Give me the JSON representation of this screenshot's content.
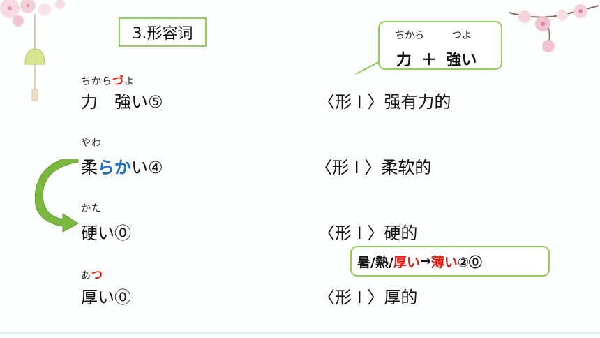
{
  "title": "3.形容词",
  "callout": {
    "ruby_left": "ちから",
    "ruby_right": "つよ",
    "kanji1": "力",
    "plus": "＋",
    "kanji2": "強い"
  },
  "items": [
    {
      "ruby_pre": "ちから",
      "ruby_red": "づ",
      "ruby_post": "よ",
      "word": "力　強い⑤",
      "meaning": "〈形 I 〉强有力的"
    },
    {
      "ruby": "やわ",
      "word_pre": "柔",
      "word_blue": "らか",
      "word_post": "い④",
      "meaning": "〈形 I 〉柔软的"
    },
    {
      "ruby": "かた",
      "word": "硬い⓪",
      "meaning": "〈形 I 〉硬的"
    },
    {
      "ruby_pre": "あ",
      "ruby_red": "つ",
      "word": "厚い⓪",
      "meaning": "〈形 I 〉厚的"
    }
  ],
  "note": {
    "part1": "暑/熱/",
    "part2": "厚い",
    "part3": " → ",
    "part4": "薄い",
    "part5": "②⓪"
  },
  "colors": {
    "green_border": "#8fce5a",
    "red": "#e8190f",
    "blue": "#1f6fc3",
    "arrow_green": "#7cb83f"
  }
}
